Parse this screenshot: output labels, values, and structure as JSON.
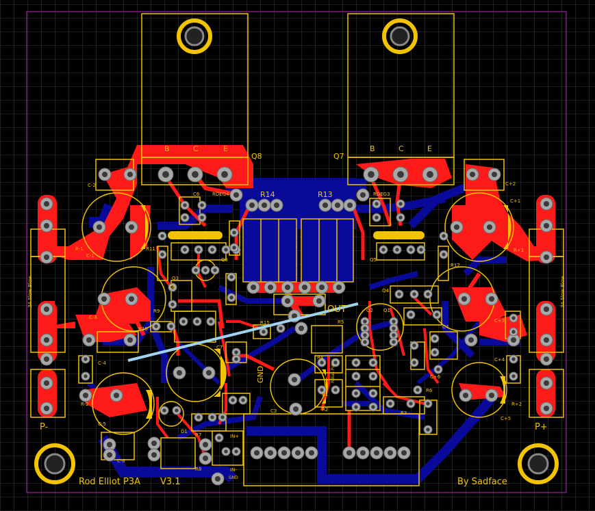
{
  "app": {
    "title": "Rod Elliot P3A V3.1 PCB layout"
  },
  "colors": {
    "background": "#000000",
    "grid": "#3c3c3c",
    "board_outline": "#7a1e7a",
    "top_copper": "#ff1a1a",
    "bottom_copper": "#0a0a9a",
    "silkscreen": "#f2c300",
    "pad": "#a8a8a8",
    "ratsnest": "#9fd3f0"
  },
  "silk": {
    "title": "Rod Elliot P3A",
    "version": "V3.1",
    "author": "By Sadface",
    "q8": "Q8",
    "q7": "Q7",
    "q8_b": "B",
    "q8_c": "C",
    "q8_e": "E",
    "q7_b": "B",
    "q7_c": "C",
    "q7_e": "E",
    "r14": "R14",
    "r13": "R13",
    "rdeg4": "RDEG4",
    "rdeg3": "RDEG3",
    "c2n": "C-2",
    "c2p": "C+2",
    "c1n": "C-1",
    "c1p": "C+1",
    "r1n": "R-1",
    "r1p": "R+1",
    "c3n": "C-3",
    "c3p": "C+3",
    "c4n": "C-4",
    "c4p": "C+4",
    "c5n": "C-5",
    "c5p": "C+5",
    "c6n": "C-6",
    "c6p": "C+6",
    "r2n": "R-2",
    "r2p": "R+2",
    "c6": "C6",
    "c8": "C8",
    "c7": "C7",
    "c3": "C3",
    "c4": "C4",
    "q6": "Q6",
    "q5": "Q5",
    "q4": "Q4",
    "q3": "Q3",
    "q2": "Q2",
    "q1": "Q1",
    "r11": "R11",
    "r12": "R12",
    "r9": "R9",
    "r10": "R10",
    "r15": "R15",
    "r5": "R5",
    "r4": "R4",
    "r1": "R1",
    "r2": "R2",
    "r3": "R3",
    "r6": "R6",
    "r7": "R7",
    "r8": "R8",
    "d1": "D1",
    "out": "OUT",
    "gnd": "GND",
    "in_plus": "IN+",
    "in_minus": "IN-",
    "in_gnd": "GND",
    "p_minus": "P-",
    "p_plus": "P+",
    "fuse_left": "3A Slow Blow",
    "fuse_right": "3A Slow Blow",
    "rpot": "RBias Pot"
  }
}
